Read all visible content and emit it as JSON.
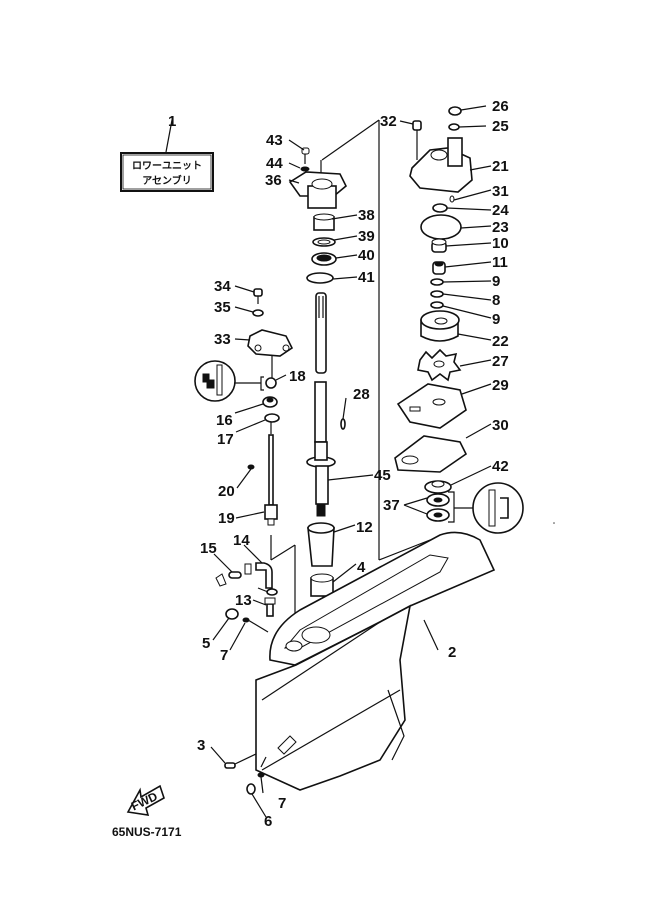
{
  "diagram": {
    "title_box": {
      "line1": "ロワーユニット",
      "line2": "アセンブリ",
      "ref": "1"
    },
    "drawing_code": "65NUS-7171",
    "direction_arrow": "FWD",
    "callouts": [
      {
        "id": "c1",
        "number": "1"
      },
      {
        "id": "c2",
        "number": "2"
      },
      {
        "id": "c3",
        "number": "3"
      },
      {
        "id": "c4",
        "number": "4"
      },
      {
        "id": "c5",
        "number": "5"
      },
      {
        "id": "c6",
        "number": "6"
      },
      {
        "id": "c7a",
        "number": "7"
      },
      {
        "id": "c7b",
        "number": "7"
      },
      {
        "id": "c8",
        "number": "8"
      },
      {
        "id": "c9a",
        "number": "9"
      },
      {
        "id": "c9b",
        "number": "9"
      },
      {
        "id": "c10",
        "number": "10"
      },
      {
        "id": "c11",
        "number": "11"
      },
      {
        "id": "c12",
        "number": "12"
      },
      {
        "id": "c13",
        "number": "13"
      },
      {
        "id": "c14",
        "number": "14"
      },
      {
        "id": "c15",
        "number": "15"
      },
      {
        "id": "c16",
        "number": "16"
      },
      {
        "id": "c17",
        "number": "17"
      },
      {
        "id": "c18",
        "number": "18"
      },
      {
        "id": "c19",
        "number": "19"
      },
      {
        "id": "c20",
        "number": "20"
      },
      {
        "id": "c21",
        "number": "21"
      },
      {
        "id": "c22",
        "number": "22"
      },
      {
        "id": "c23",
        "number": "23"
      },
      {
        "id": "c24",
        "number": "24"
      },
      {
        "id": "c25",
        "number": "25"
      },
      {
        "id": "c26",
        "number": "26"
      },
      {
        "id": "c27",
        "number": "27"
      },
      {
        "id": "c28",
        "number": "28"
      },
      {
        "id": "c29",
        "number": "29"
      },
      {
        "id": "c30",
        "number": "30"
      },
      {
        "id": "c31",
        "number": "31"
      },
      {
        "id": "c32",
        "number": "32"
      },
      {
        "id": "c33",
        "number": "33"
      },
      {
        "id": "c34",
        "number": "34"
      },
      {
        "id": "c35",
        "number": "35"
      },
      {
        "id": "c36",
        "number": "36"
      },
      {
        "id": "c37",
        "number": "37"
      },
      {
        "id": "c38",
        "number": "38"
      },
      {
        "id": "c39",
        "number": "39"
      },
      {
        "id": "c40",
        "number": "40"
      },
      {
        "id": "c41",
        "number": "41"
      },
      {
        "id": "c42",
        "number": "42"
      },
      {
        "id": "c43",
        "number": "43"
      },
      {
        "id": "c44",
        "number": "44"
      },
      {
        "id": "c45",
        "number": "45"
      }
    ]
  }
}
